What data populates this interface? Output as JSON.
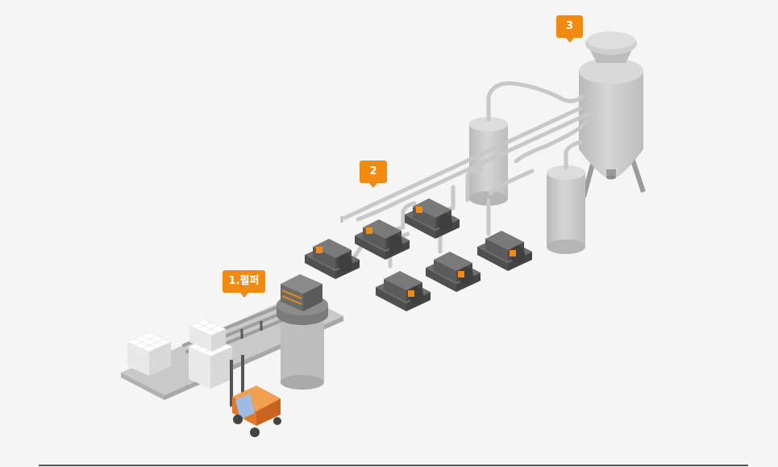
{
  "markers": {
    "pulper": "1.펄퍼",
    "refiners": "2",
    "tank": "3"
  },
  "colors": {
    "accent": "#f08a10",
    "machine": "#5f5f5f",
    "tank": "#c7c7c7",
    "pipe": "#c8c8c8",
    "background": "#f5f5f5"
  }
}
